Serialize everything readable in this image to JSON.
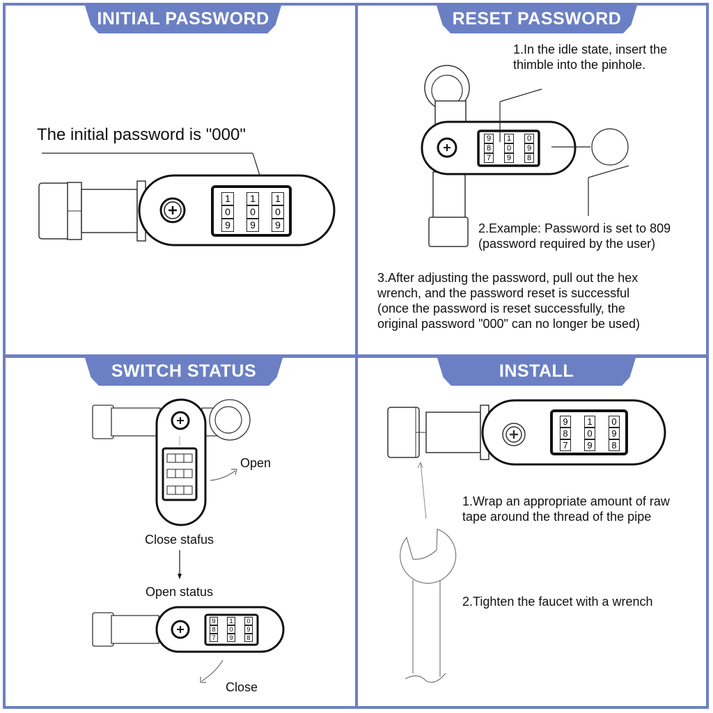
{
  "theme": {
    "accent": "#6b80c4",
    "text": "#111111",
    "background": "#ffffff"
  },
  "panels": {
    "initial": {
      "title": "INITIAL PASSWORD",
      "caption": "The initial password is \"000\"",
      "dial_digits": [
        [
          "1",
          "0",
          "9"
        ],
        [
          "1",
          "0",
          "9"
        ],
        [
          "1",
          "0",
          "9"
        ]
      ]
    },
    "reset": {
      "title": "RESET PASSWORD",
      "step1": "1.In the idle state, insert the\nthimble into the pinhole.",
      "step2": "2.Example: Password is set to 809\n(password required by the user)",
      "step3": "3.After adjusting the password, pull out the hex\nwrench, and the password reset is successful\n(once the password is reset successfully, the\noriginal password \"000\" can no longer be used)",
      "dial_digits": [
        [
          "9",
          "8",
          "7"
        ],
        [
          "1",
          "0",
          "9"
        ],
        [
          "0",
          "9",
          "8"
        ]
      ]
    },
    "switch": {
      "title": "SWITCH STATUS",
      "open_label": "Open",
      "close_status_label": "Close stafus",
      "open_status_label": "Open status",
      "close_label": "Close",
      "dial_digits": [
        [
          "9",
          "8",
          "7"
        ],
        [
          "1",
          "0",
          "9"
        ],
        [
          "0",
          "9",
          "8"
        ]
      ]
    },
    "install": {
      "title": "INSTALL",
      "step1": "1.Wrap an appropriate amount of raw\ntape around the thread of the pipe",
      "step2": "2.Tighten the faucet with a wrench",
      "dial_digits": [
        [
          "9",
          "8",
          "7"
        ],
        [
          "1",
          "0",
          "9"
        ],
        [
          "0",
          "9",
          "8"
        ]
      ]
    }
  }
}
